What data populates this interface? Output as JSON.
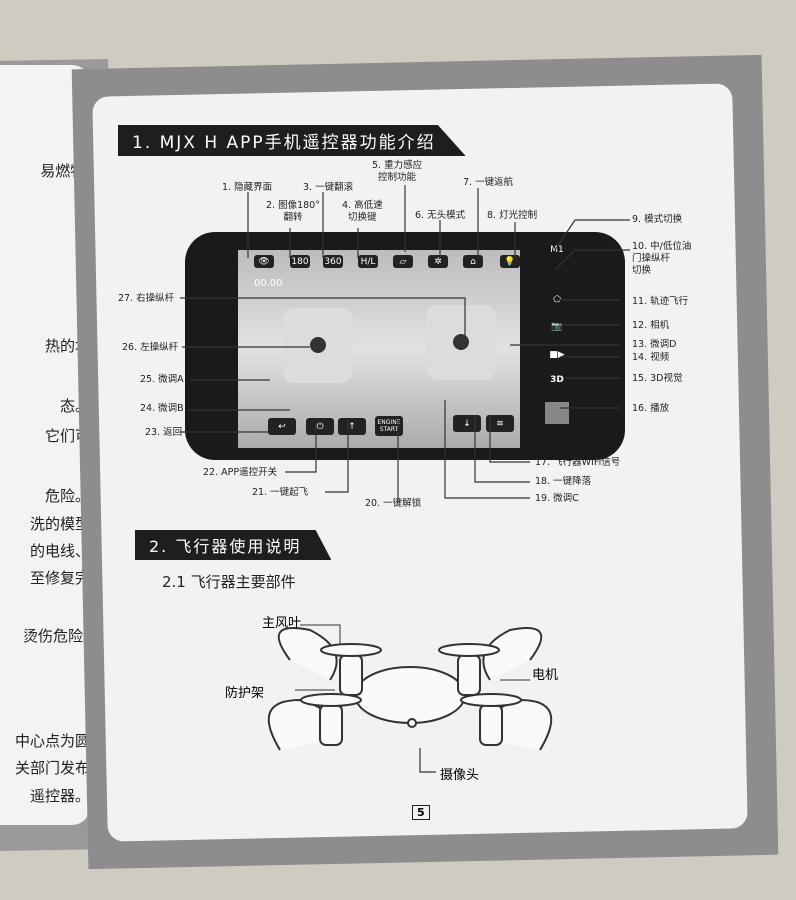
{
  "left_page": {
    "lines": [
      "易燃物,",
      "热的地",
      "态。",
      "它们可",
      "危险。",
      "洗的模型",
      "的电线、",
      "至修复完",
      "烫伤危险。",
      "中心点为圆",
      "关部门发布",
      "遥控器。"
    ]
  },
  "section1": {
    "title": "1. MJX  H  APP手机遥控器功能介绍"
  },
  "app_screen": {
    "timer": "00.00",
    "engine_button": "ENGINE START",
    "side_3d": "3D"
  },
  "labels": {
    "l1": "1. 隐藏界面",
    "l2": "2. 图像180°\n翻转",
    "l3": "3. 一键翻滚",
    "l4": "4. 高低速\n切换键",
    "l5": "5. 重力感应\n控制功能",
    "l6": "6. 无头模式",
    "l7": "7. 一键返航",
    "l8": "8. 灯光控制",
    "l9": "9. 模式切换",
    "l10": "10. 中/低位油\n门操纵杆\n切换",
    "l11": "11. 轨迹飞行",
    "l12": "12. 相机",
    "l13": "13. 微调D",
    "l14": "14. 视频",
    "l15": "15. 3D视觉",
    "l16": "16. 播放",
    "l17": "17. 飞行器WIFi信号",
    "l18": "18. 一键降落",
    "l19": "19. 微调C",
    "l20": "20. 一键解锁",
    "l21": "21. 一键起飞",
    "l22": "22. APP遥控开关",
    "l23": "23. 返回",
    "l24": "24. 微调B",
    "l25": "25. 微调A",
    "l26": "26. 左操纵杆",
    "l27": "27. 右操纵杆"
  },
  "section2": {
    "title": "2. 飞行器使用说明",
    "sub": "2.1  飞行器主要部件",
    "parts": {
      "blade": "主风叶",
      "guard": "防护架",
      "motor": "电机",
      "camera": "摄像头"
    }
  },
  "page_number": "5"
}
